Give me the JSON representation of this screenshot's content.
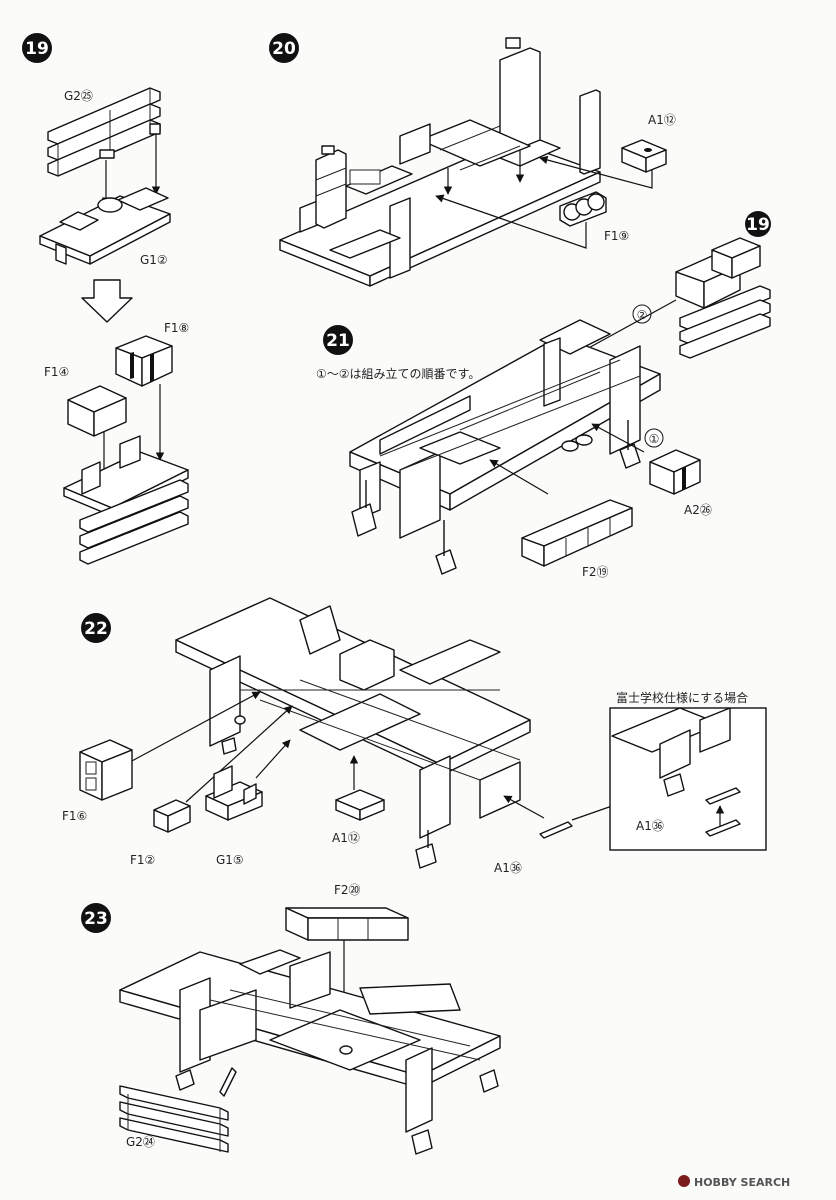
{
  "steps": [
    {
      "num": "19",
      "labels": [
        "G2㉕",
        "G1②",
        "F1⑧",
        "F1④"
      ]
    },
    {
      "num": "20",
      "labels": [
        "A1⑫",
        "F1⑨"
      ]
    },
    {
      "num": "21",
      "ref_badge": "19",
      "note": "①～②は組み立ての順番です。",
      "order_marks": [
        "②",
        "①"
      ],
      "labels": [
        "A2㉖",
        "F2⑲"
      ]
    },
    {
      "num": "22",
      "labels": [
        "F1⑥",
        "F1②",
        "G1⑤",
        "A1⑫",
        "A1㊱"
      ],
      "inset": {
        "title": "富士学校仕様にする場合",
        "label": "A1㊱"
      }
    },
    {
      "num": "23",
      "labels": [
        "F2⑳",
        "G2㉔"
      ]
    }
  ],
  "watermark": "HOBBY SEARCH"
}
